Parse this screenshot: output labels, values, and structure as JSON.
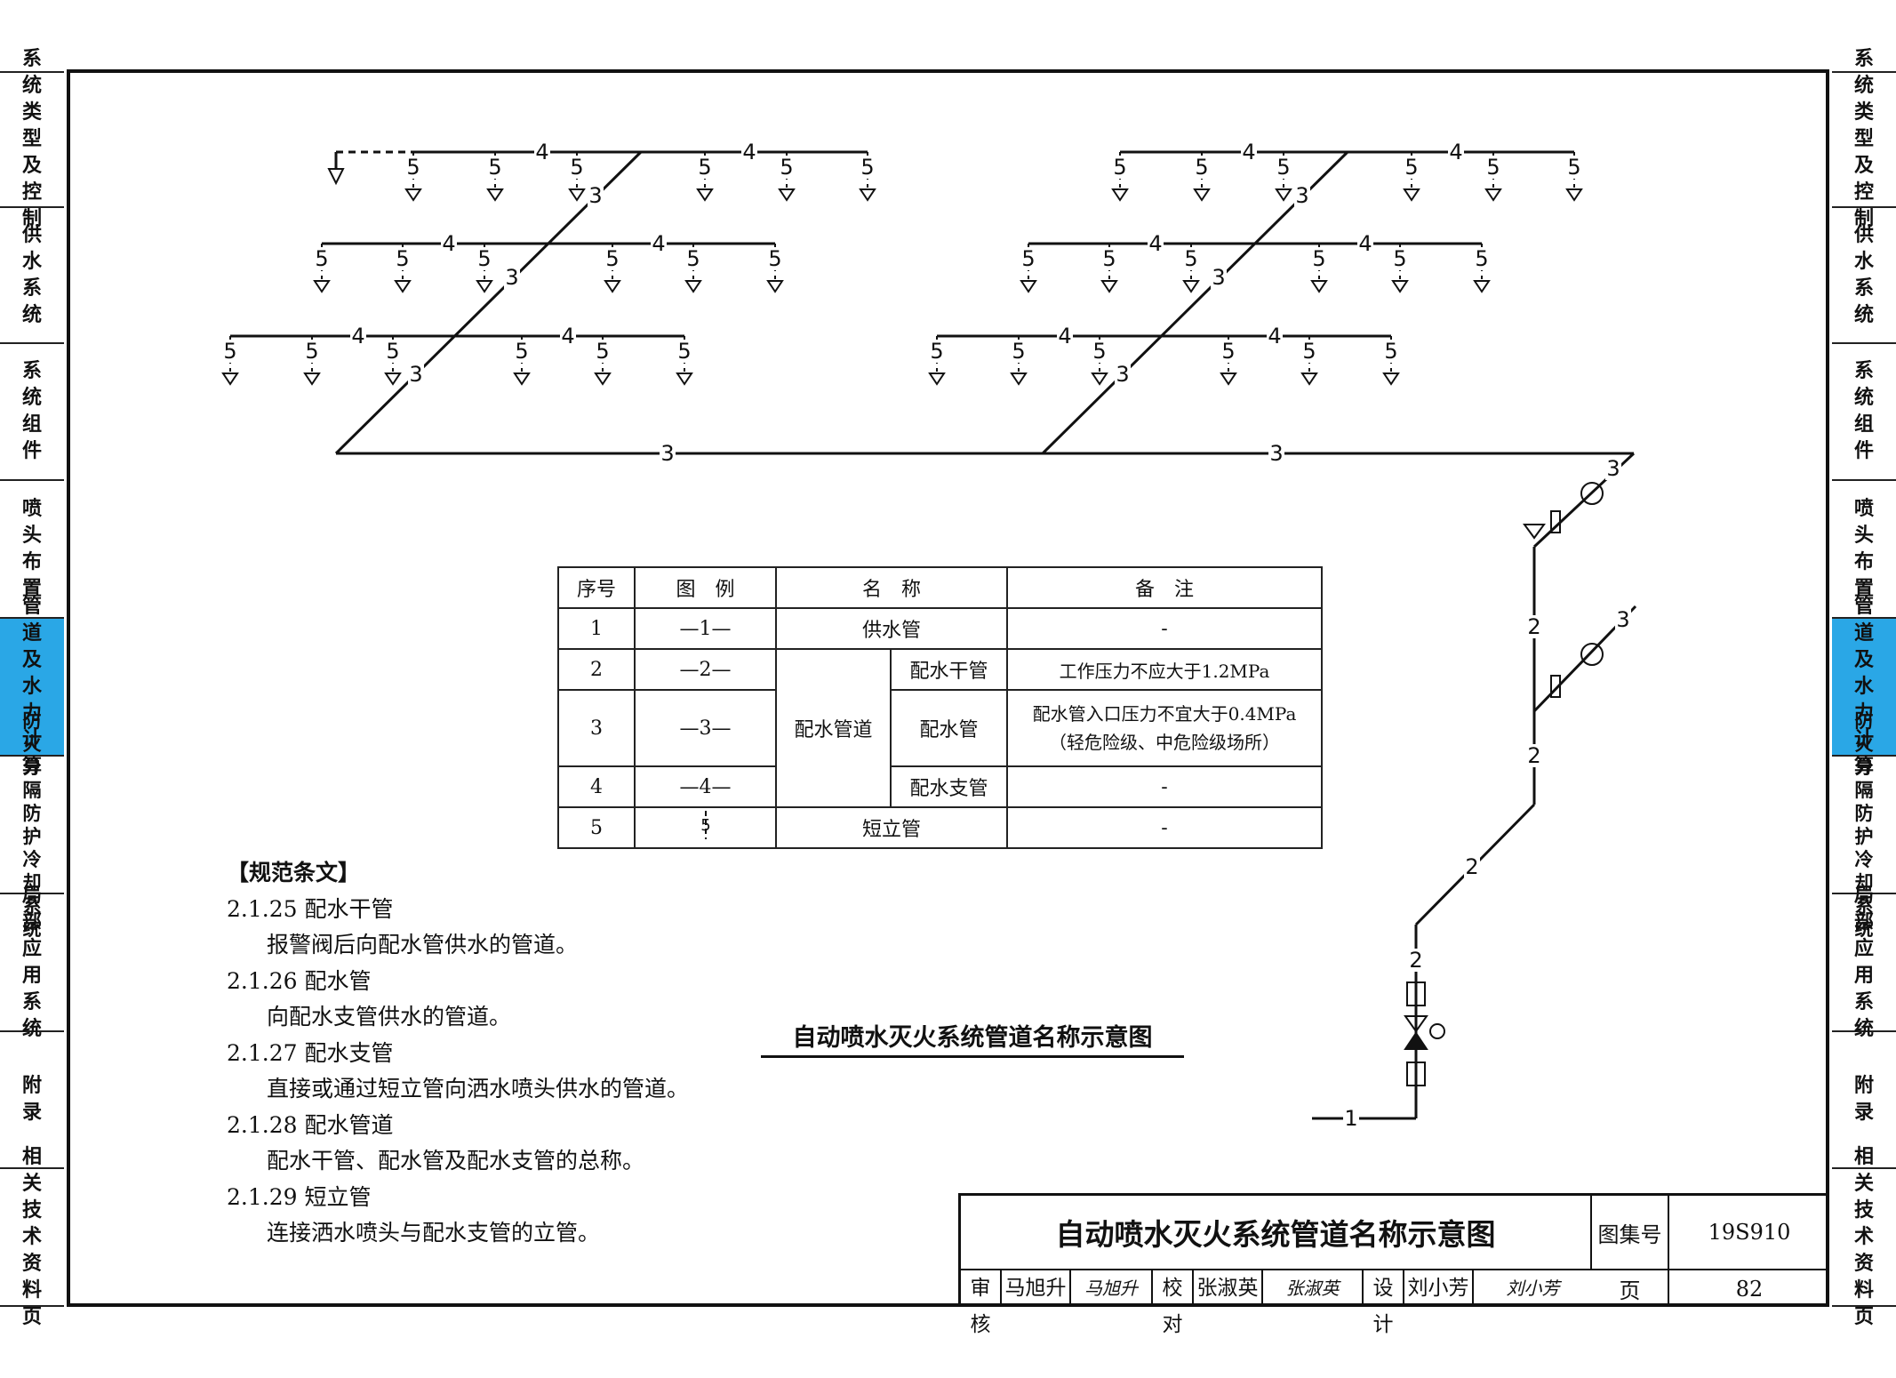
{
  "side_tabs": [
    {
      "label": "系统类型及控制",
      "active": false
    },
    {
      "label": "供水系统",
      "active": false
    },
    {
      "label": "系统组件",
      "active": false
    },
    {
      "label": "喷头布置",
      "active": false
    },
    {
      "label": "管道及水力计算",
      "active": true
    },
    {
      "label": "防火分隔防护冷却系统",
      "active": false
    },
    {
      "label": "局部应用系统",
      "active": false
    },
    {
      "label": "附录",
      "active": false
    },
    {
      "label": "相关技术资料页",
      "active": false
    }
  ],
  "colors": {
    "active_tab": "#2aa7e6",
    "line": "#111111"
  },
  "diagram_labels": {
    "supply": "1",
    "main": "2",
    "distribution": "3",
    "branch": "4",
    "riser": "5"
  },
  "legend": {
    "headers": [
      "序号",
      "图　例",
      "名　称",
      "备　注"
    ],
    "rows": [
      {
        "no": "1",
        "symbol": "—1—",
        "name": "供水管",
        "note": "-"
      },
      {
        "no": "2",
        "symbol": "—2—",
        "group": "配水管道",
        "name": "配水干管",
        "note": "工作压力不应大于1.2MPa"
      },
      {
        "no": "3",
        "symbol": "—3—",
        "name": "配水管",
        "note_line1": "配水管入口压力不宜大于0.4MPa",
        "note_line2": "（轻危险级、中危险级场所）"
      },
      {
        "no": "4",
        "symbol": "—4—",
        "name": "配水支管",
        "note": "-"
      },
      {
        "no": "5",
        "symbol": "5",
        "name": "短立管",
        "note": "-"
      }
    ]
  },
  "notes": {
    "heading": "【规范条文】",
    "items": [
      {
        "code": "2.1.25 配水干管",
        "text": "报警阀后向配水管供水的管道。"
      },
      {
        "code": "2.1.26 配水管",
        "text": "向配水支管供水的管道。"
      },
      {
        "code": "2.1.27 配水支管",
        "text": "直接或通过短立管向洒水喷头供水的管道。"
      },
      {
        "code": "2.1.28 配水管道",
        "text": "配水干管、配水管及配水支管的总称。"
      },
      {
        "code": "2.1.29 短立管",
        "text": "连接洒水喷头与配水支管的立管。"
      }
    ]
  },
  "caption": "自动喷水灭火系统管道名称示意图",
  "title_block": {
    "title": "自动喷水灭火系统管道名称示意图",
    "atlas_label": "图集号",
    "atlas_no": "19S910",
    "page_label": "页",
    "page_no": "82",
    "review_label": "审核",
    "reviewer": "马旭升",
    "reviewer_sig": "马旭升",
    "check_label": "校对",
    "checker": "张淑英",
    "checker_sig": "张淑英",
    "design_label": "设计",
    "designer": "刘小芳",
    "designer_sig": "刘小芳"
  }
}
